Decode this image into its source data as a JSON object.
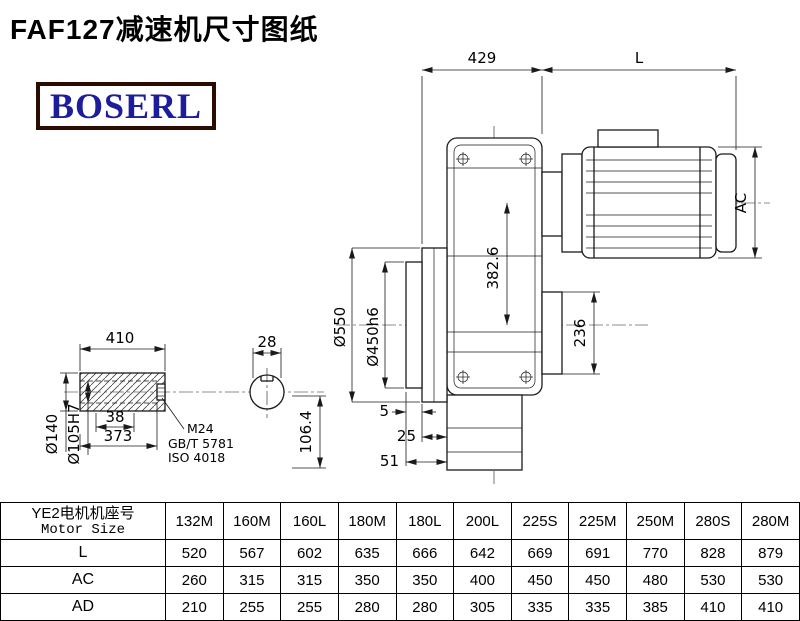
{
  "header": {
    "title": "FAF127减速机尺寸图纸",
    "logo_text": "BOSERL"
  },
  "main_view": {
    "dim_429": "429",
    "dim_L": "L",
    "dim_AC": "AC",
    "dim_d550": "Ø550",
    "dim_d450h6": "Ø450h6",
    "dim_382_6": "382.6",
    "dim_236": "236",
    "dim_5": "5",
    "dim_25": "25",
    "dim_51": "51"
  },
  "shaft_view": {
    "dim_410": "410",
    "dim_28": "28",
    "dim_38": "38",
    "dim_373": "373",
    "dim_d140": "Ø140",
    "dim_d105H7": "Ø105H7",
    "thread_label": "M24",
    "std_gb": "GB/T 5781",
    "std_iso": "ISO 4018",
    "dim_106_4": "106.4"
  },
  "table": {
    "header_cn": "YE2电机机座号",
    "header_en": "Motor Size",
    "columns": [
      "132M",
      "160M",
      "160L",
      "180M",
      "180L",
      "200L",
      "225S",
      "225M",
      "250M",
      "280S",
      "280M"
    ],
    "rows": [
      {
        "label": "L",
        "values": [
          "520",
          "567",
          "602",
          "635",
          "666",
          "642",
          "669",
          "691",
          "770",
          "828",
          "879"
        ]
      },
      {
        "label": "AC",
        "values": [
          "260",
          "315",
          "315",
          "350",
          "350",
          "400",
          "450",
          "450",
          "480",
          "530",
          "530"
        ]
      },
      {
        "label": "AD",
        "values": [
          "210",
          "255",
          "255",
          "280",
          "280",
          "305",
          "335",
          "335",
          "385",
          "410",
          "410"
        ]
      }
    ]
  }
}
